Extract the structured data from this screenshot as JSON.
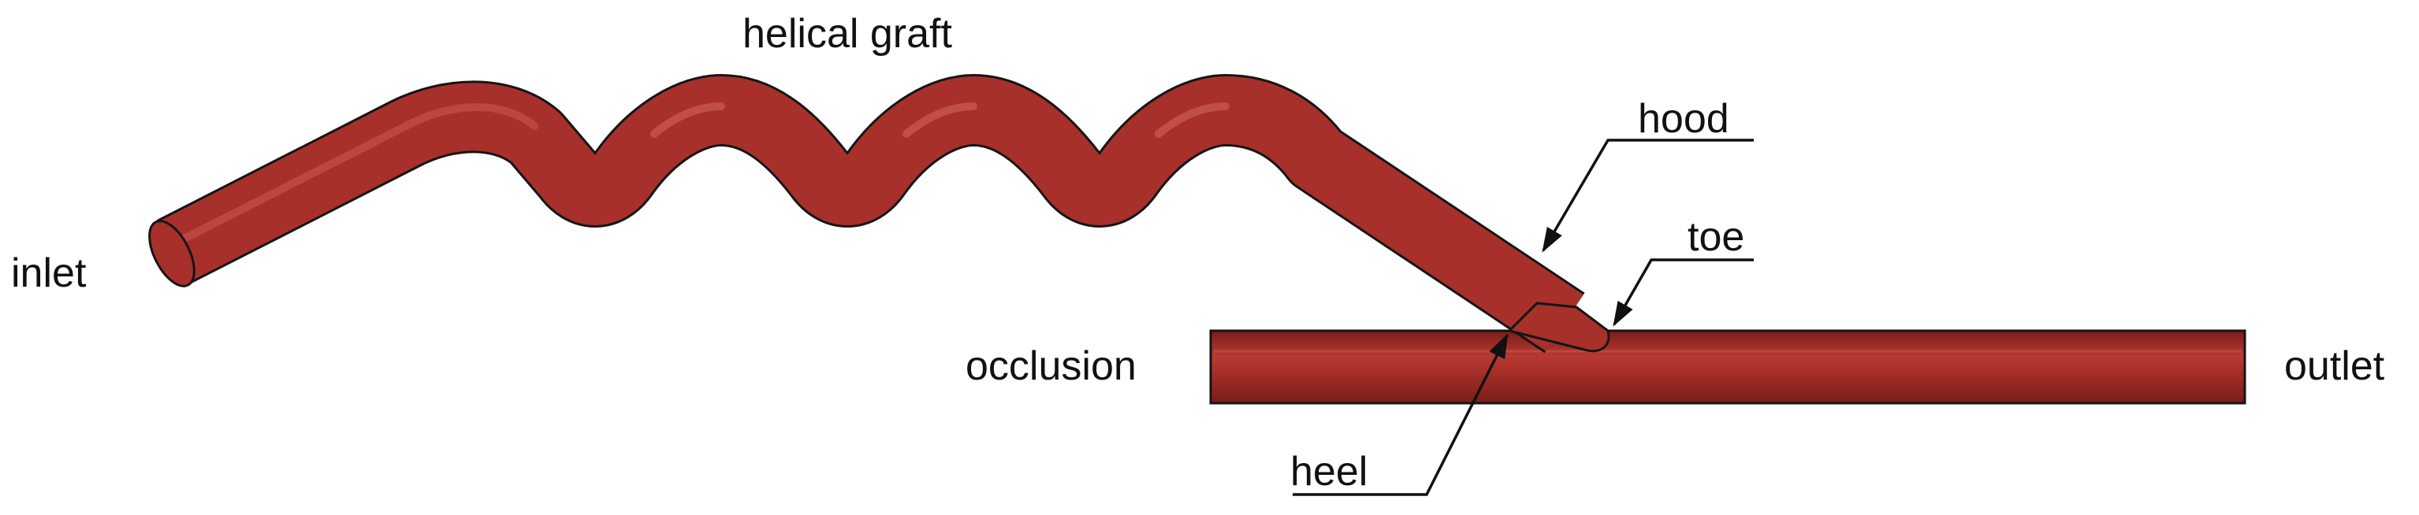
{
  "colors": {
    "vessel_fill": "#a8302a",
    "vessel_dark": "#6e1612",
    "vessel_highlight": "#d9665c",
    "outline": "#151515",
    "background": "#ffffff"
  },
  "labels": {
    "helical_graft": "helical graft",
    "hood": "hood",
    "toe": "toe",
    "inlet": "inlet",
    "occlusion": "occlusion",
    "outlet": "outlet",
    "heel": "heel"
  }
}
